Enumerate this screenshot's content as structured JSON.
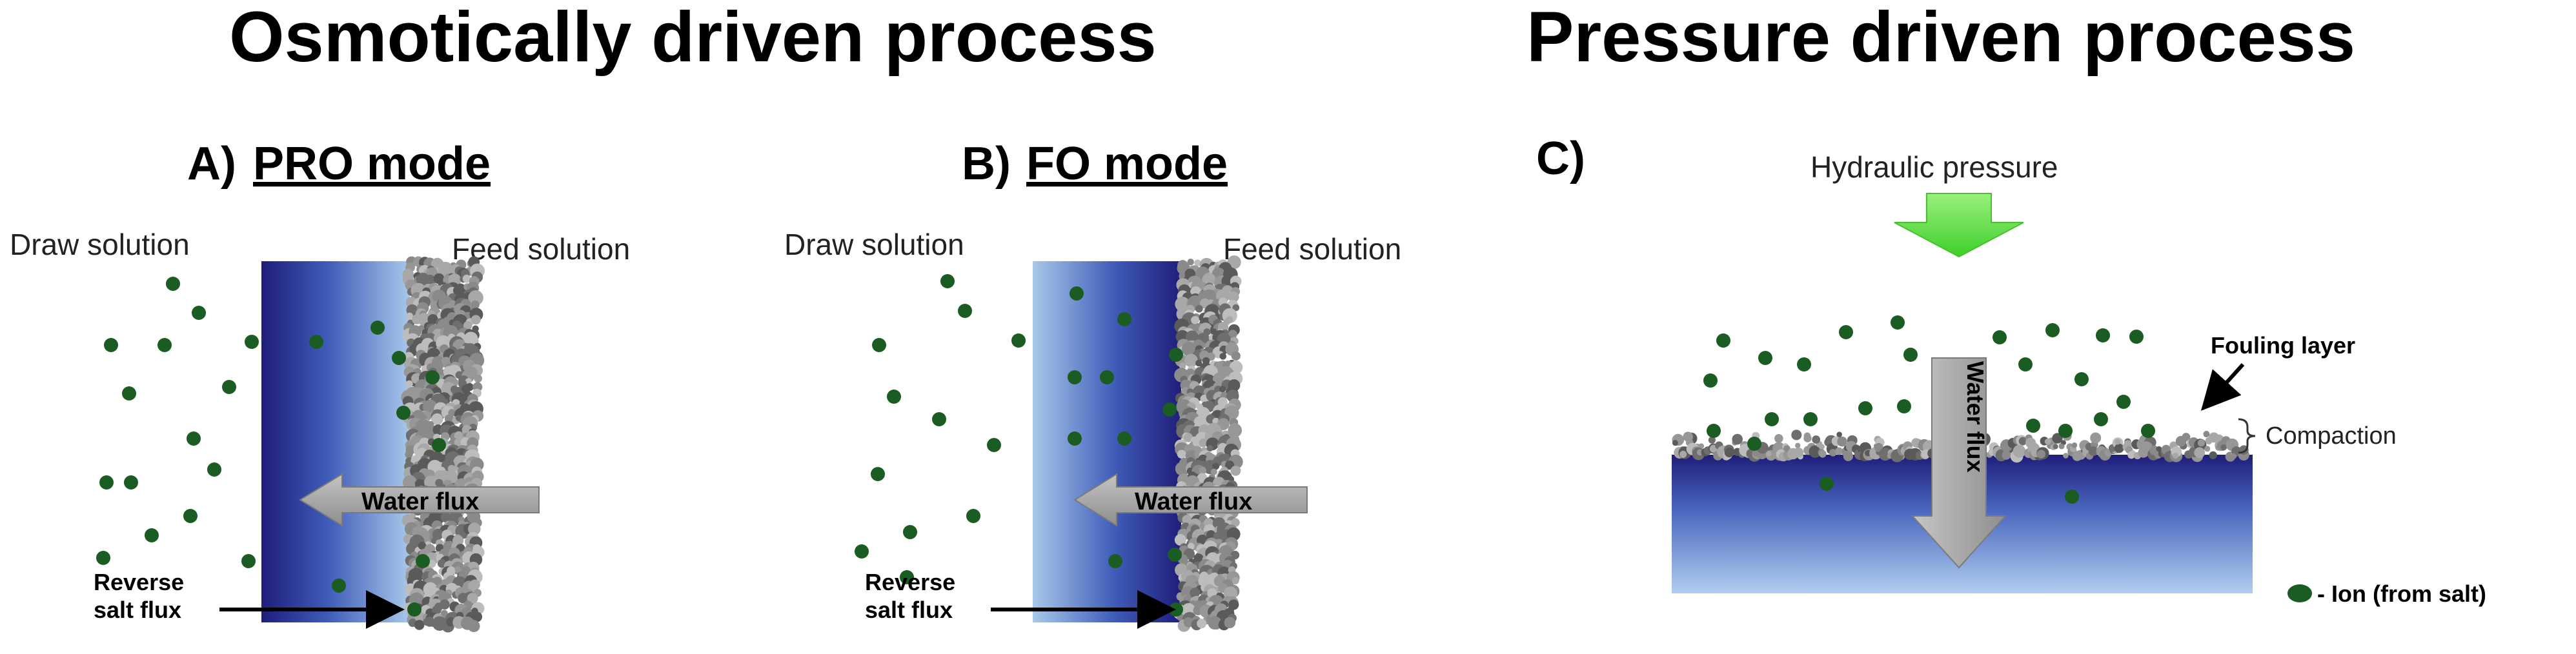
{
  "titles": {
    "left": "Osmotically driven process",
    "right": "Pressure driven process"
  },
  "panels": {
    "a": {
      "letter": "A)",
      "mode": "PRO mode"
    },
    "b": {
      "letter": "B)",
      "mode": "FO mode"
    },
    "c": {
      "letter": "C)"
    }
  },
  "labels": {
    "draw_solution": "Draw solution",
    "feed_solution": "Feed solution",
    "water_flux": "Water flux",
    "reverse_salt_flux_line1": "Reverse",
    "reverse_salt_flux_line2": "salt flux",
    "hydraulic_pressure": "Hydraulic pressure",
    "fouling_layer": "Fouling layer",
    "compaction": "Compaction"
  },
  "legend": {
    "ion": "- Ion (from salt)"
  },
  "colors": {
    "membrane_dark": "#1f1e7a",
    "membrane_mid": "#3f5cb8",
    "membrane_light": "#a9c8ea",
    "ion": "#1a5c22",
    "arrow_gray": "#a4a4a4",
    "arrow_green": "#55e23a",
    "fouling": "#8a8a8a"
  },
  "icons": {
    "water_flux_arrow": "gray-arrow-icon",
    "pressure_arrow": "green-down-arrow-icon",
    "ion": "ion-dot-icon"
  }
}
